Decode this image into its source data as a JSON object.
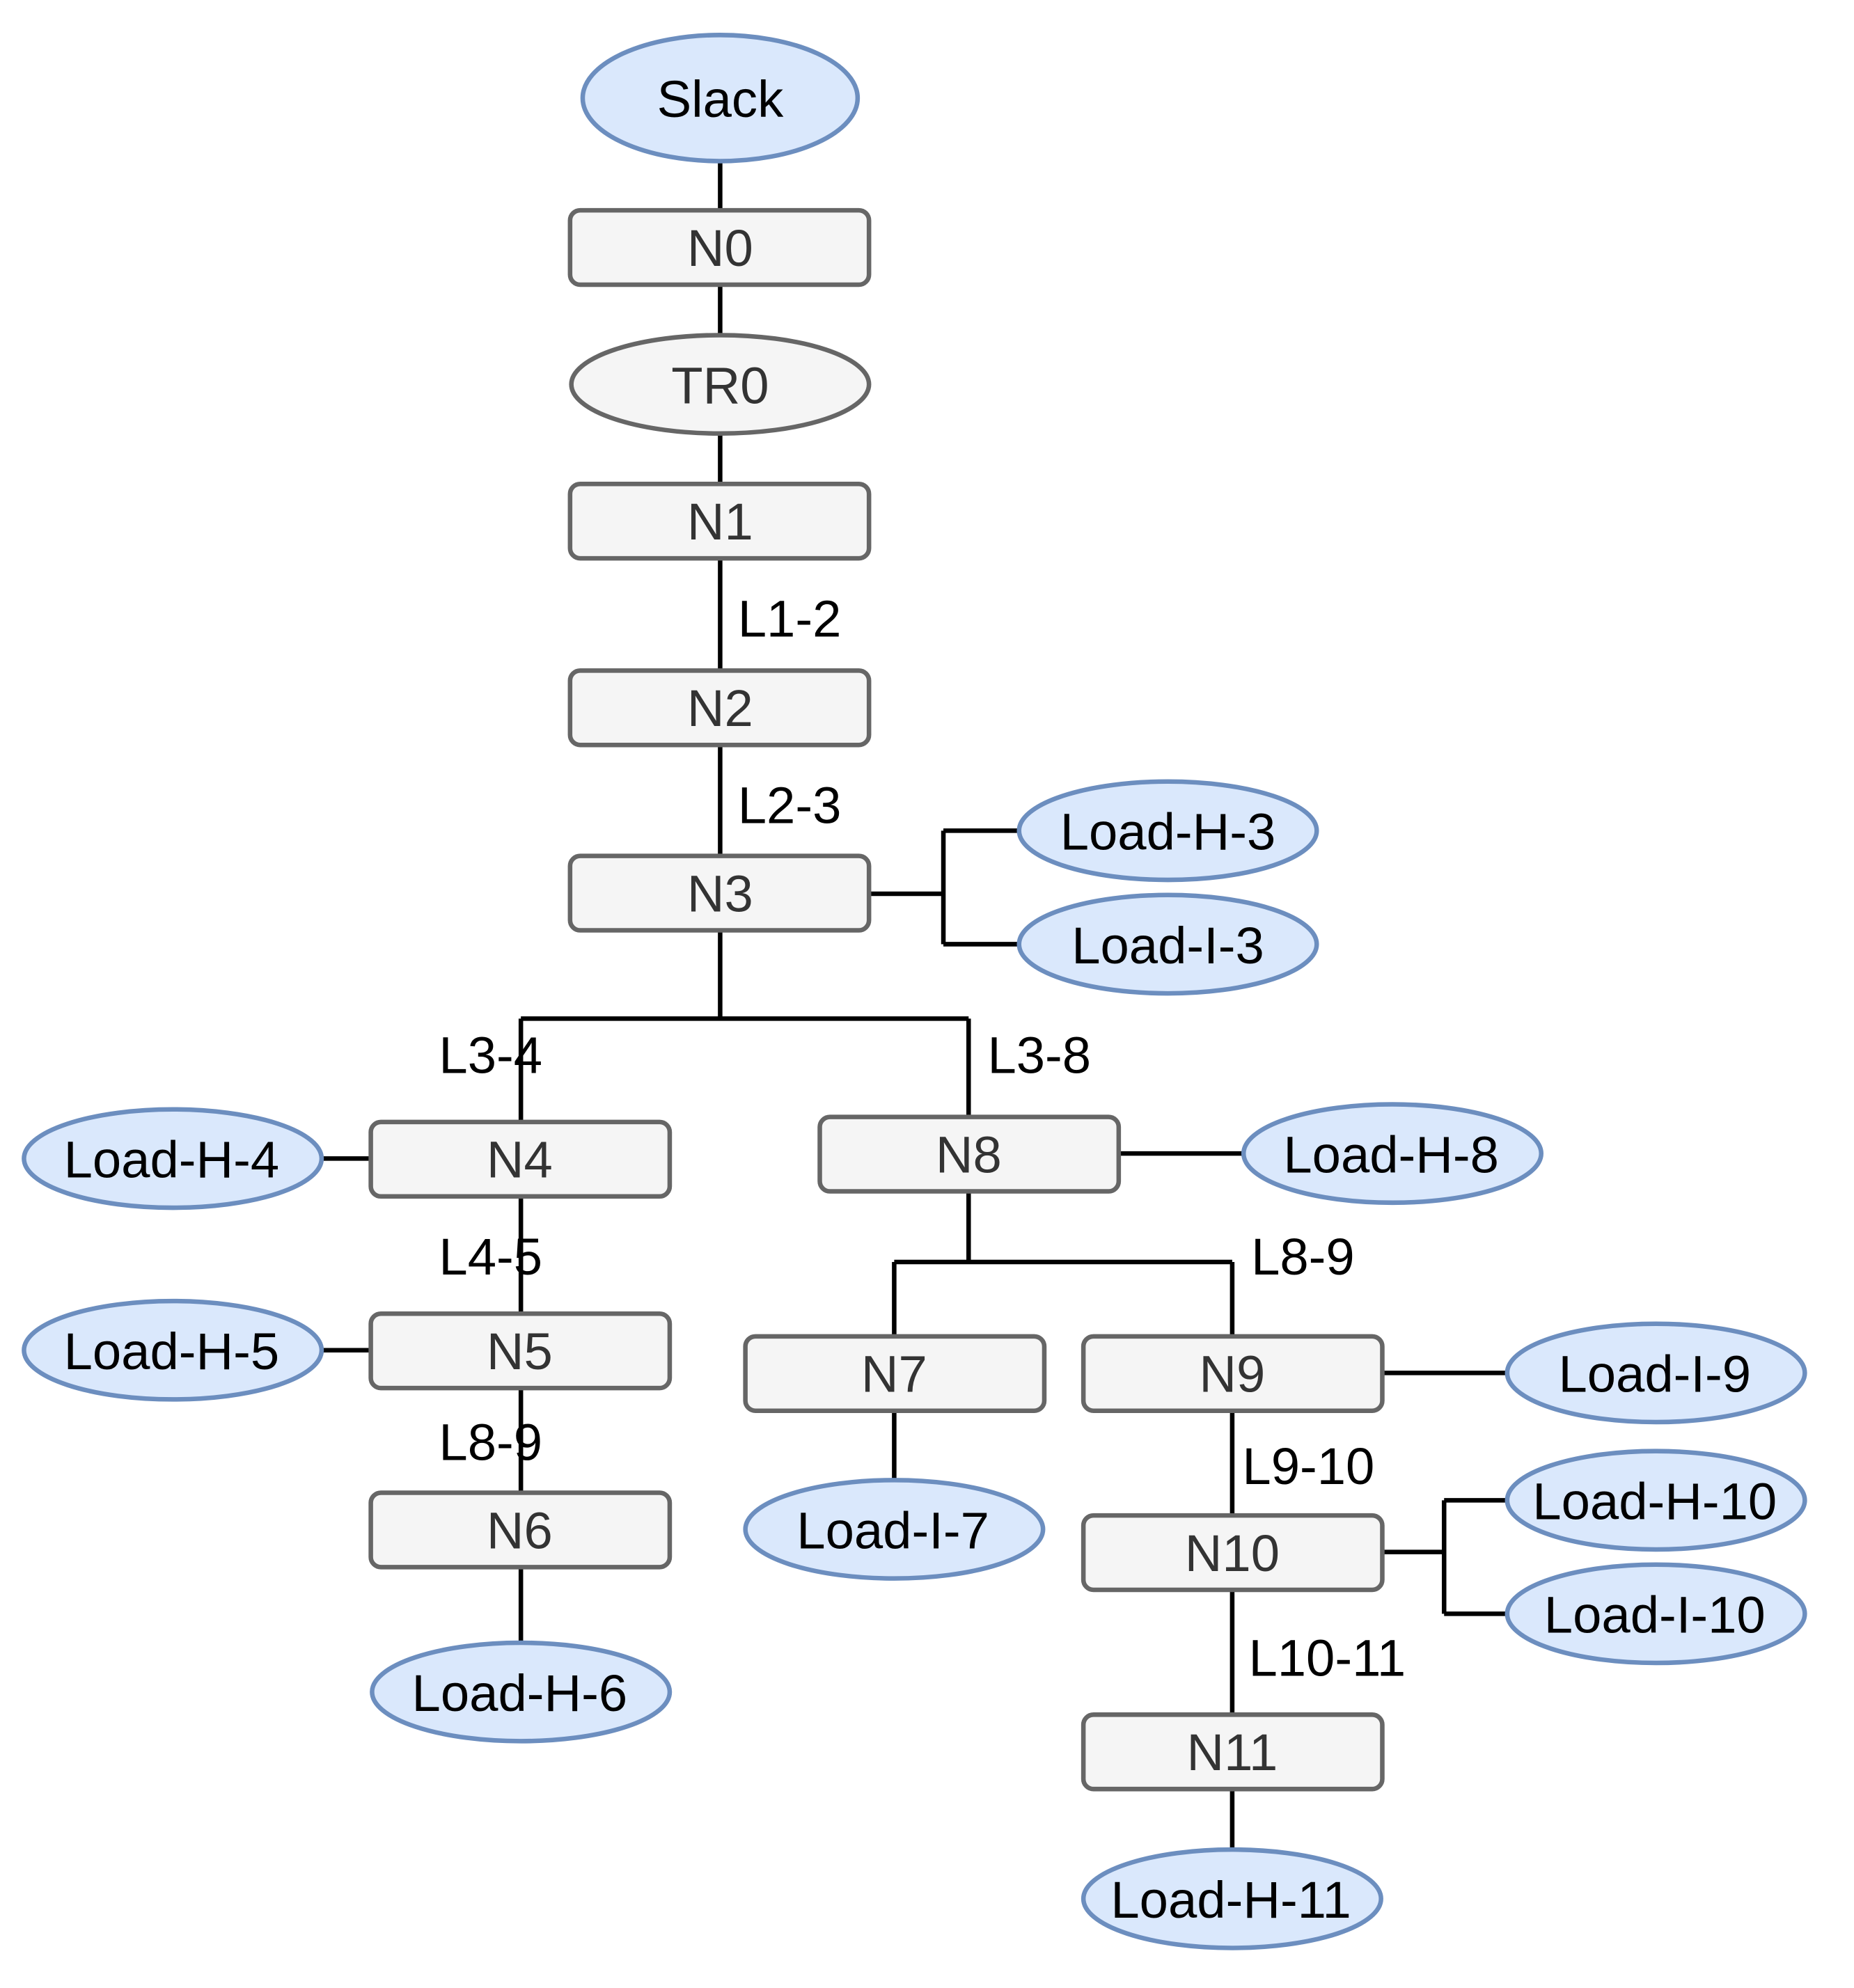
{
  "nodes": [
    {
      "id": "Slack",
      "label": "Slack"
    },
    {
      "id": "N0",
      "label": "N0"
    },
    {
      "id": "TR0",
      "label": "TR0"
    },
    {
      "id": "N1",
      "label": "N1"
    },
    {
      "id": "N2",
      "label": "N2"
    },
    {
      "id": "N3",
      "label": "N3"
    },
    {
      "id": "LoadH3",
      "label": "Load-H-3"
    },
    {
      "id": "LoadI3",
      "label": "Load-I-3"
    },
    {
      "id": "N4",
      "label": "N4"
    },
    {
      "id": "N8",
      "label": "N8"
    },
    {
      "id": "LoadH4",
      "label": "Load-H-4"
    },
    {
      "id": "LoadH8",
      "label": "Load-H-8"
    },
    {
      "id": "N5",
      "label": "N5"
    },
    {
      "id": "LoadH5",
      "label": "Load-H-5"
    },
    {
      "id": "N6",
      "label": "N6"
    },
    {
      "id": "LoadH6",
      "label": "Load-H-6"
    },
    {
      "id": "N7",
      "label": "N7"
    },
    {
      "id": "LoadI7",
      "label": "Load-I-7"
    },
    {
      "id": "N9",
      "label": "N9"
    },
    {
      "id": "LoadI9",
      "label": "Load-I-9"
    },
    {
      "id": "N10",
      "label": "N10"
    },
    {
      "id": "LoadH10",
      "label": "Load-H-10"
    },
    {
      "id": "LoadI10",
      "label": "Load-I-10"
    },
    {
      "id": "N11",
      "label": "N11"
    },
    {
      "id": "LoadH11",
      "label": "Load-H-11"
    }
  ],
  "edge_labels": {
    "L1_2": "L1-2",
    "L2_3": "L2-3",
    "L3_4": "L3-4",
    "L3_8": "L3-8",
    "L4_5": "L4-5",
    "L5_6": "L8-9",
    "L8_9": "L8-9",
    "L9_10": "L9-10",
    "L10_11": "L10-11"
  },
  "colors": {
    "bus_fill": "#f5f5f5",
    "bus_stroke": "#666666",
    "load_fill": "#dae8fc",
    "load_stroke": "#6c8ebf",
    "edge": "#000000"
  }
}
